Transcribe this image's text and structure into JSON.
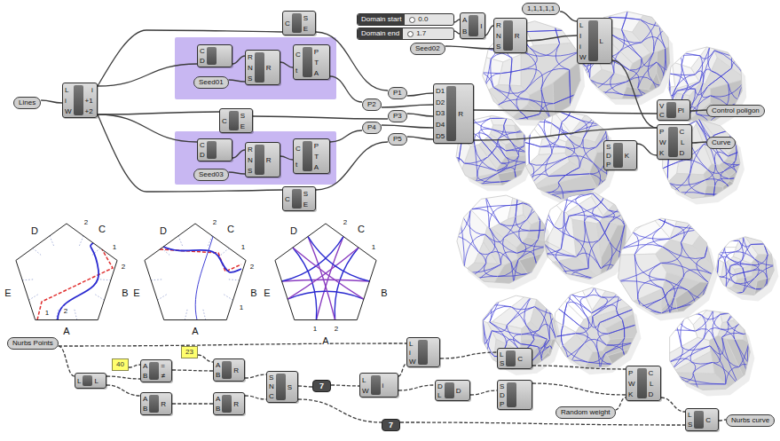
{
  "diagram": {
    "nodes": [
      {
        "text": [
          "Lines"
        ]
      },
      {
        "text": [
          "L",
          "i",
          "W",
          "i",
          "+1",
          "+2"
        ]
      },
      {
        "text": [
          "C",
          "S",
          "E"
        ]
      },
      {
        "text": [
          "C",
          "D"
        ]
      },
      {
        "text": [
          "Seed01"
        ]
      },
      {
        "text": [
          "R",
          "N",
          "S",
          "R"
        ]
      },
      {
        "text": [
          "C",
          "t",
          "P",
          "T",
          "A"
        ]
      },
      {
        "text": [
          "C",
          "S",
          "E"
        ]
      },
      {
        "text": [
          "C",
          "D"
        ]
      },
      {
        "text": [
          "Seed03"
        ]
      },
      {
        "text": [
          "R",
          "N",
          "S",
          "R"
        ]
      },
      {
        "text": [
          "C",
          "t",
          "P",
          "T",
          "A"
        ]
      },
      {
        "text": [
          "C",
          "S",
          "E"
        ]
      },
      {
        "text": [
          "P1"
        ]
      },
      {
        "text": [
          "P2"
        ]
      },
      {
        "text": [
          "P3"
        ]
      },
      {
        "text": [
          "P4"
        ]
      },
      {
        "text": [
          "P5"
        ]
      },
      {
        "text": [
          "D1",
          "D2",
          "D3",
          "D4",
          "D5",
          "R"
        ]
      },
      {
        "text": [
          "Domain start",
          "0.0"
        ]
      },
      {
        "text": [
          "Domain end",
          "1.7"
        ]
      },
      {
        "text": [
          "A",
          "B",
          "I"
        ]
      },
      {
        "text": [
          "Seed02"
        ]
      },
      {
        "text": [
          "R",
          "N",
          "S",
          "R"
        ]
      },
      {
        "text": [
          "1,1,1,1,1"
        ]
      },
      {
        "text": [
          "L",
          "I",
          "i",
          "W",
          "L"
        ]
      },
      {
        "text": [
          "V",
          "C",
          "Pl"
        ]
      },
      {
        "text": [
          "Control poligon"
        ]
      },
      {
        "text": [
          "P",
          "W",
          "K",
          "C",
          "L",
          "D"
        ]
      },
      {
        "text": [
          "Curve"
        ]
      },
      {
        "text": [
          "S",
          "D",
          "P",
          "K"
        ]
      },
      {
        "text": [
          "Nurbs Points"
        ]
      },
      {
        "text": [
          "L",
          "L"
        ]
      },
      {
        "text": [
          "40"
        ]
      },
      {
        "text": [
          "A",
          "B",
          "=",
          "≠"
        ]
      },
      {
        "text": [
          "A",
          "B",
          "R"
        ]
      },
      {
        "text": [
          "23"
        ]
      },
      {
        "text": [
          "A",
          "B",
          "R"
        ]
      },
      {
        "text": [
          "A",
          "B",
          "R"
        ]
      },
      {
        "text": [
          "S",
          "N",
          "C",
          "S"
        ]
      },
      {
        "text": [
          "7"
        ]
      },
      {
        "text": [
          "L",
          "W",
          "i"
        ]
      },
      {
        "text": [
          "L",
          "i",
          "W"
        ]
      },
      {
        "text": [
          "7"
        ]
      },
      {
        "text": [
          "D",
          "L",
          "D"
        ]
      },
      {
        "text": [
          "L",
          "S",
          "C"
        ]
      },
      {
        "text": [
          "S",
          "D",
          "P"
        ]
      },
      {
        "text": [
          "Random weight"
        ]
      },
      {
        "text": [
          "P",
          "W",
          "K",
          "C",
          "L",
          "D"
        ]
      },
      {
        "text": [
          "L",
          "S",
          "C"
        ]
      },
      {
        "text": [
          "Nurbs curve"
        ]
      }
    ],
    "edges": [
      {
        "from": 0,
        "to": 1,
        "arrow": "none"
      },
      {
        "from": 1,
        "to": 2,
        "arrow": "none"
      },
      {
        "from": 1,
        "to": 3,
        "arrow": "none"
      },
      {
        "from": 3,
        "to": 5,
        "arrow": "none"
      },
      {
        "from": 4,
        "to": 5,
        "arrow": "none"
      },
      {
        "from": 5,
        "to": 6,
        "arrow": "none"
      },
      {
        "from": 1,
        "to": 7,
        "arrow": "none"
      },
      {
        "from": 1,
        "to": 8,
        "arrow": "none"
      },
      {
        "from": 8,
        "to": 10,
        "arrow": "none"
      },
      {
        "from": 9,
        "to": 10,
        "arrow": "none"
      },
      {
        "from": 10,
        "to": 11,
        "arrow": "none"
      },
      {
        "from": 1,
        "to": 12,
        "arrow": "none"
      },
      {
        "from": 2,
        "to": 13,
        "arrow": "none"
      },
      {
        "from": 6,
        "to": 14,
        "arrow": "none"
      },
      {
        "from": 7,
        "to": 15,
        "arrow": "none"
      },
      {
        "from": 11,
        "to": 16,
        "arrow": "none"
      },
      {
        "from": 12,
        "to": 17,
        "arrow": "none"
      },
      {
        "from": 13,
        "to": 18,
        "arrow": "none"
      },
      {
        "from": 14,
        "to": 18,
        "arrow": "none"
      },
      {
        "from": 15,
        "to": 18,
        "arrow": "none"
      },
      {
        "from": 16,
        "to": 18,
        "arrow": "none"
      },
      {
        "from": 17,
        "to": 18,
        "arrow": "none"
      },
      {
        "from": 19,
        "to": 21,
        "arrow": "none"
      },
      {
        "from": 20,
        "to": 21,
        "arrow": "none"
      },
      {
        "from": 21,
        "to": 23,
        "arrow": "none"
      },
      {
        "from": 22,
        "to": 23,
        "arrow": "none"
      },
      {
        "from": 23,
        "to": 25,
        "arrow": "none"
      },
      {
        "from": 24,
        "to": 25,
        "arrow": "none"
      },
      {
        "from": 18,
        "to": 26,
        "arrow": "none"
      },
      {
        "from": 18,
        "to": 28,
        "arrow": "none"
      },
      {
        "from": 25,
        "to": 28,
        "arrow": "none"
      },
      {
        "from": 30,
        "to": 28,
        "arrow": "none"
      },
      {
        "from": 26,
        "to": 27,
        "arrow": "none"
      },
      {
        "from": 28,
        "to": 29,
        "arrow": "none"
      },
      {
        "from": 31,
        "to": 32,
        "arrow": "none"
      },
      {
        "from": 31,
        "to": 42,
        "arrow": "none"
      },
      {
        "from": 32,
        "to": 34,
        "arrow": "none"
      },
      {
        "from": 33,
        "to": 34,
        "arrow": "none"
      },
      {
        "from": 32,
        "to": 35,
        "arrow": "none"
      },
      {
        "from": 34,
        "to": 37,
        "arrow": "none"
      },
      {
        "from": 36,
        "to": 37,
        "arrow": "none"
      },
      {
        "from": 35,
        "to": 38,
        "arrow": "none"
      },
      {
        "from": 37,
        "to": 39,
        "arrow": "none"
      },
      {
        "from": 38,
        "to": 39,
        "arrow": "none"
      },
      {
        "from": 39,
        "to": 40,
        "arrow": "none"
      },
      {
        "from": 40,
        "to": 41,
        "arrow": "none"
      },
      {
        "from": 41,
        "to": 42,
        "arrow": "none"
      },
      {
        "from": 41,
        "to": 44,
        "arrow": "none"
      },
      {
        "from": 39,
        "to": 43,
        "arrow": "none"
      },
      {
        "from": 42,
        "to": 45,
        "arrow": "none"
      },
      {
        "from": 44,
        "to": 46,
        "arrow": "none"
      },
      {
        "from": 45,
        "to": 48,
        "arrow": "none"
      },
      {
        "from": 46,
        "to": 48,
        "arrow": "none"
      },
      {
        "from": 47,
        "to": 48,
        "arrow": "none"
      },
      {
        "from": 48,
        "to": 49,
        "arrow": "none"
      },
      {
        "from": 43,
        "to": 49,
        "arrow": "none"
      },
      {
        "from": 49,
        "to": 50,
        "arrow": "none"
      }
    ],
    "labels": [
      "D",
      "C",
      "E",
      "B",
      "A",
      "2",
      "1",
      "2",
      "1",
      "2",
      "D",
      "C",
      "E",
      "B",
      "A",
      "2",
      "1",
      "2",
      "1",
      "D",
      "C",
      "E",
      "B",
      "A",
      "2",
      "1",
      "1",
      "2"
    ]
  }
}
